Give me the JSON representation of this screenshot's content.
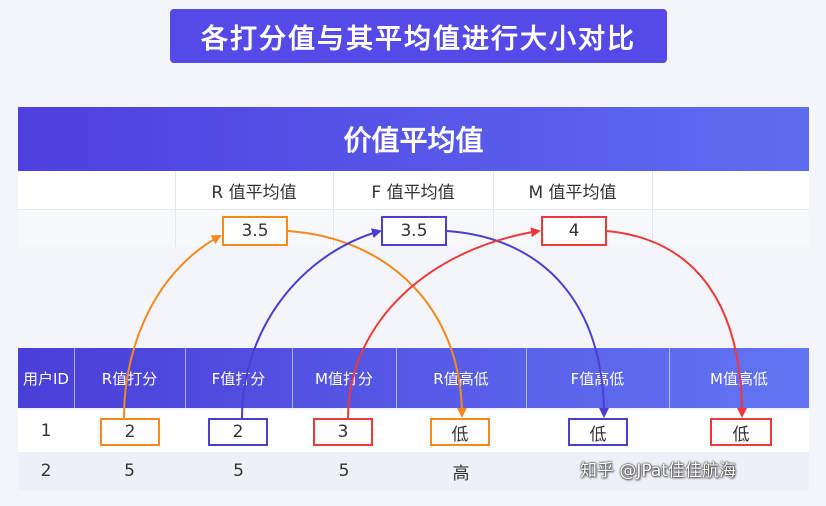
{
  "title": "各打分值与其平均值进行大小对比",
  "avg_table": {
    "header": "价值平均值",
    "columns": [
      "R 值平均值",
      "F 值平均值",
      "M 值平均值"
    ],
    "values": [
      "3.5",
      "3.5",
      "4"
    ]
  },
  "score_table": {
    "columns": [
      "用户ID",
      "R值打分",
      "F值打分",
      "M值打分",
      "R值高低",
      "F值高低",
      "M值高低"
    ],
    "rows": [
      [
        "1",
        "2",
        "2",
        "3",
        "低",
        "低",
        "低"
      ],
      [
        "2",
        "5",
        "5",
        "5",
        "高",
        "",
        ""
      ]
    ]
  },
  "colors": {
    "r": "#f5891f",
    "f": "#4a3fd1",
    "m": "#ec3a3a",
    "accent": "#5549e8"
  },
  "watermark": "知乎 @JPat佳佳航海"
}
